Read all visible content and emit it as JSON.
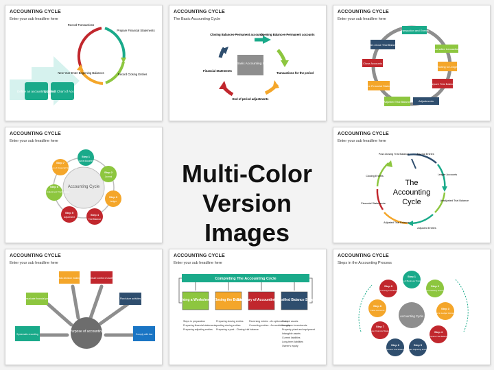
{
  "center_caption": {
    "line1": "Multi-Color",
    "line2": "Version Images"
  },
  "slides": [
    {
      "title": "ACCOUNTING CYCLE",
      "subtitle": "Enter your sub headline here",
      "labels": {
        "record": "Record Transactions",
        "prepare": "Prepare Financial Statements",
        "closing": "Record Closing Entries",
        "newyear": "New Year Enter Beginning Balances",
        "define": "Define an accounting period",
        "establish": "Establish Chart of Accounts"
      }
    },
    {
      "title": "ACCOUNTING CYCLE",
      "subtitle": "The Basic Accounting Cycle",
      "center": "The Basic Accounting Cycle",
      "labels": {
        "closing_bal": "Closing Balances-Permanent accounts",
        "opening_bal": "Opening Balances-Permanent accounts",
        "transactions": "Transactions for the period",
        "end_period": "End of period adjustments",
        "financial": "Financial Statements"
      }
    },
    {
      "title": "ACCOUNTING CYCLE",
      "subtitle": "Enter your sub headline here",
      "labels": {
        "transactions": "Transaction and Events",
        "journalize": "Journalize transactions",
        "posting": "Posting to Ledger",
        "prepare_trial": "Prepare Trial Balance",
        "adjustments": "Adjustments",
        "adjusted_trial": "Adjusted Trial Balance",
        "prepare_fin": "Prepare Financial Statements",
        "close": "Close Accounts",
        "after_close": "After-Close Trial Balance"
      }
    },
    {
      "title": "ACCOUNTING CYCLE",
      "subtitle": "Enter your sub headline here",
      "center": "Accounting Cycle",
      "steps": [
        {
          "label": "Step 1",
          "text": "Source document"
        },
        {
          "label": "Step 2",
          "text": "Journal"
        },
        {
          "label": "Step 3",
          "text": "Ledger"
        },
        {
          "label": "Step 4",
          "text": "Trial Balance"
        },
        {
          "label": "Step 5",
          "text": "Adjustment"
        },
        {
          "label": "Step 6",
          "text": "Balance Adjustment Trial Balance"
        },
        {
          "label": "Step 7",
          "text": "Preparation of Financial Statements"
        }
      ]
    },
    {
      "title": "ACCOUNTING CYCLE",
      "subtitle": "Enter your sub headline here",
      "center_lines": [
        "The",
        "Accounting",
        "Cycle"
      ],
      "labels": {
        "post_closing": "Post-Closing Trial Balance",
        "journal": "Journal Entries",
        "ledger": "Ledger Accounts",
        "unadjusted": "Unadjusted Trial Balance",
        "adjusted_entries": "Adjusted Entries",
        "adjusted_trial": "Adjusted Trial Balance",
        "financial": "Financial Statements",
        "closing": "Closing Entries"
      }
    },
    {
      "title": "ACCOUNTING CYCLE",
      "subtitle": "Enter your sub headline here",
      "center": "Purpose of accounting",
      "boxes": {
        "communicate": "Communicate financial position",
        "decision": "Aids decision making",
        "ensure": "Ensure control of assets",
        "plan": "Plan future activities",
        "systematic": "Systematic recording",
        "comply": "Comply with law"
      }
    },
    {
      "title": "ACCOUNTING CYCLE",
      "subtitle": "Enter your sub headline here",
      "banner": "Completing The Accounting Cycle",
      "cards": [
        {
          "title": "Using a Worksheet",
          "bullets": [
            "Steps in preparation",
            "Preparing financial statements",
            "Preparing adjusting entries"
          ]
        },
        {
          "title": "Closing the Books",
          "bullets": [
            "Preparing closing entries",
            "posting closing entries",
            "Preparing a post - Closing trial balance"
          ]
        },
        {
          "title": "Summary of Accounting Cycle",
          "bullets": [
            "Reversing entries - An optional step",
            "Correcting entries - An avoidable step"
          ]
        },
        {
          "title": "Classified Balance Sheet",
          "bullets": [
            "Current assets",
            "Long-term investments",
            "Property, plant and equipment",
            "Intangible assets",
            "Current liabilities",
            "Long-term liabilities",
            "Owner's equity"
          ]
        }
      ]
    },
    {
      "title": "ACCOUNTING CYCLE",
      "subtitle": "Steps in the Accounting Process",
      "center": "Accounting Cycle",
      "steps": [
        {
          "label": "Step 1",
          "text": "Analysis of Business Transactions"
        },
        {
          "label": "Step 2",
          "text": "Journalizing Entries"
        },
        {
          "label": "Step 3",
          "text": "Post to Ledger Accounts"
        },
        {
          "label": "Step 4",
          "text": "Prepare Trial Balance"
        },
        {
          "label": "Step 5",
          "text": "Make Adjusting Entries"
        },
        {
          "label": "Step 6",
          "text": "Adjusted Trial Balance"
        },
        {
          "label": "Step 7",
          "text": "Prepare Financial Statement"
        },
        {
          "label": "Step 8",
          "text": "Close Accounts"
        },
        {
          "label": "Step 9",
          "text": "Post-closing Trial Balance"
        }
      ]
    }
  ]
}
